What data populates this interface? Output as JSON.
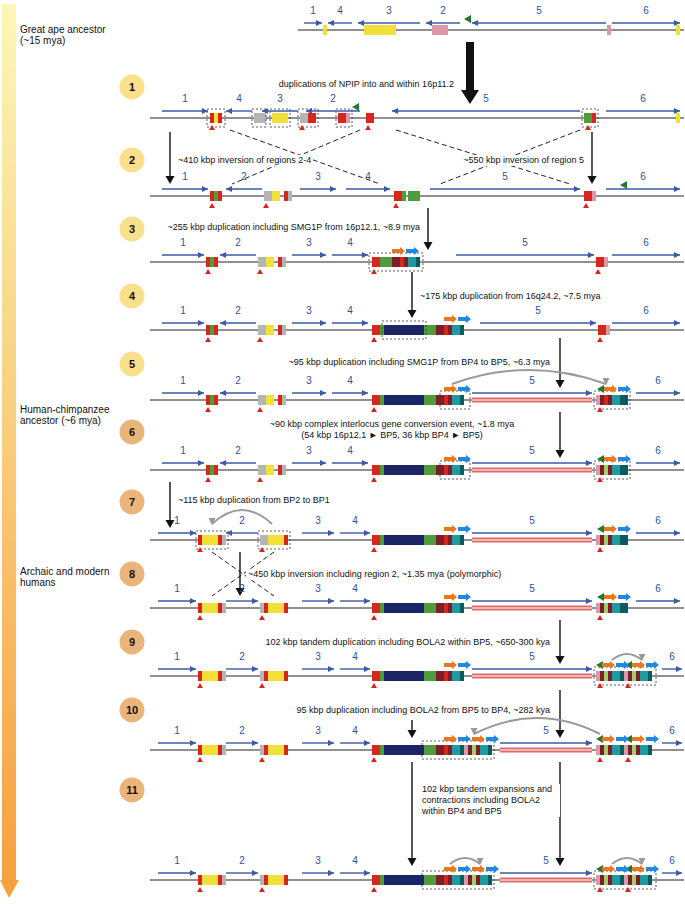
{
  "diagram": {
    "nodes": [
      {
        "text": [
          "1"
        ]
      },
      {
        "text": [
          "2"
        ]
      },
      {
        "text": [
          "3"
        ]
      },
      {
        "text": [
          "4"
        ]
      },
      {
        "text": [
          "5"
        ]
      },
      {
        "text": [
          "6"
        ]
      },
      {
        "text": [
          "7"
        ]
      },
      {
        "text": [
          "8"
        ]
      },
      {
        "text": [
          "9"
        ]
      },
      {
        "text": [
          "10"
        ]
      },
      {
        "text": [
          "11"
        ]
      }
    ],
    "labels": [
      "Great ape ancestor (~15 mya)",
      "1",
      "4",
      "3",
      "2",
      "5",
      "6",
      "duplications of NPIP into and within 16p11.2",
      "1",
      "4",
      "3",
      "2",
      "5",
      "6",
      "~410 kbp inversion of regions 2-4",
      "~550 kbp inversion of region 5",
      "1",
      "2",
      "3",
      "4",
      "5",
      "6",
      "~255 kbp duplication including SMG1P from 16p12.1, ~8.9 mya",
      "1",
      "2",
      "3",
      "4",
      "5",
      "6",
      "~175 kbp duplication from 16q24.2, ~7.5 mya",
      "1",
      "2",
      "3",
      "4",
      "5",
      "6",
      "~95 kbp duplication including SMG1P from BP4 to BP5, ~6.3 mya",
      "1",
      "2",
      "3",
      "4",
      "5",
      "6",
      "Human-chimpanzee ancestor (~6 mya)",
      "~90 kbp complex interlocus gene conversion event, ~1.8 mya (54 kbp 16p12.1 ► BP5, 36 kbp BP4 ► BP5)",
      "1",
      "2",
      "3",
      "4",
      "5",
      "6",
      "~115 kbp duplication from BP2 to BP1",
      "1",
      "2",
      "3",
      "4",
      "5",
      "6",
      "Archaic and modern humans",
      "~450 kbp inversion including region 2, ~1.35 mya (polymorphic)",
      "1",
      "2",
      "3",
      "4",
      "5",
      "6",
      "102 kbp tandem duplication including BOLA2 within BP5, ~650-300 kya",
      "1",
      "2",
      "3",
      "4",
      "5",
      "6",
      "95 kbp duplication including BOLA2 from BP5 to BP4, ~282 kya",
      "1",
      "2",
      "3",
      "4",
      "5",
      "6",
      "102 kbp tandem expansions and contractions including BOLA2 within BP4 and BP5",
      "1",
      "2",
      "3",
      "4",
      "5",
      "6"
    ]
  }
}
